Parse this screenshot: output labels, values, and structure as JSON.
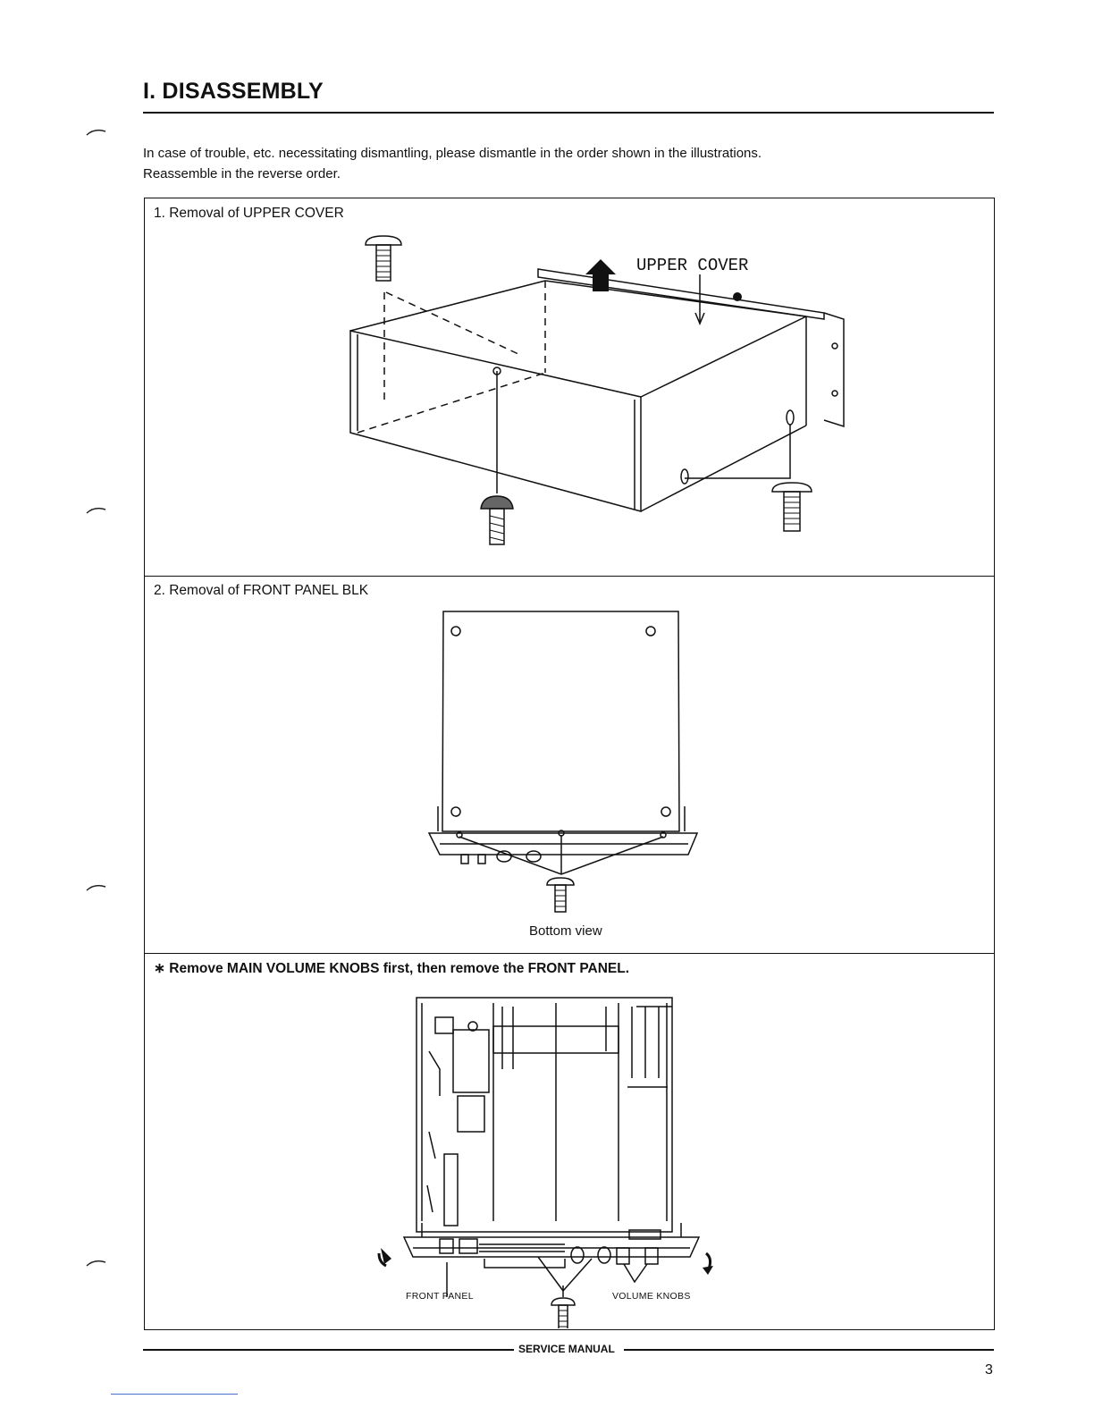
{
  "page": {
    "title": "I. DISASSEMBLY",
    "intro_line1": "In case of trouble, etc. necessitating dismantling, please dismantle in the order shown in the illustrations.",
    "intro_line2": "Reassemble in the reverse order.",
    "footer": "SERVICE MANUAL",
    "page_number": "3"
  },
  "sections": [
    {
      "label": "1. Removal of UPPER COVER",
      "callouts": {
        "upper_cover": "UPPER COVER"
      }
    },
    {
      "label": "2. Removal of FRONT PANEL BLK",
      "caption": "Bottom view"
    },
    {
      "label": "∗  Remove MAIN VOLUME KNOBS first, then remove the FRONT PANEL.",
      "callouts": {
        "front_panel": "FRONT PANEL",
        "volume_knobs": "VOLUME KNOBS"
      }
    }
  ],
  "icons": [
    "screw-icon",
    "arrow-up-icon",
    "curved-arrow-icon"
  ],
  "colors": {
    "ink": "#111111",
    "paper": "#ffffff",
    "link_underline": "#4a6fd0"
  }
}
